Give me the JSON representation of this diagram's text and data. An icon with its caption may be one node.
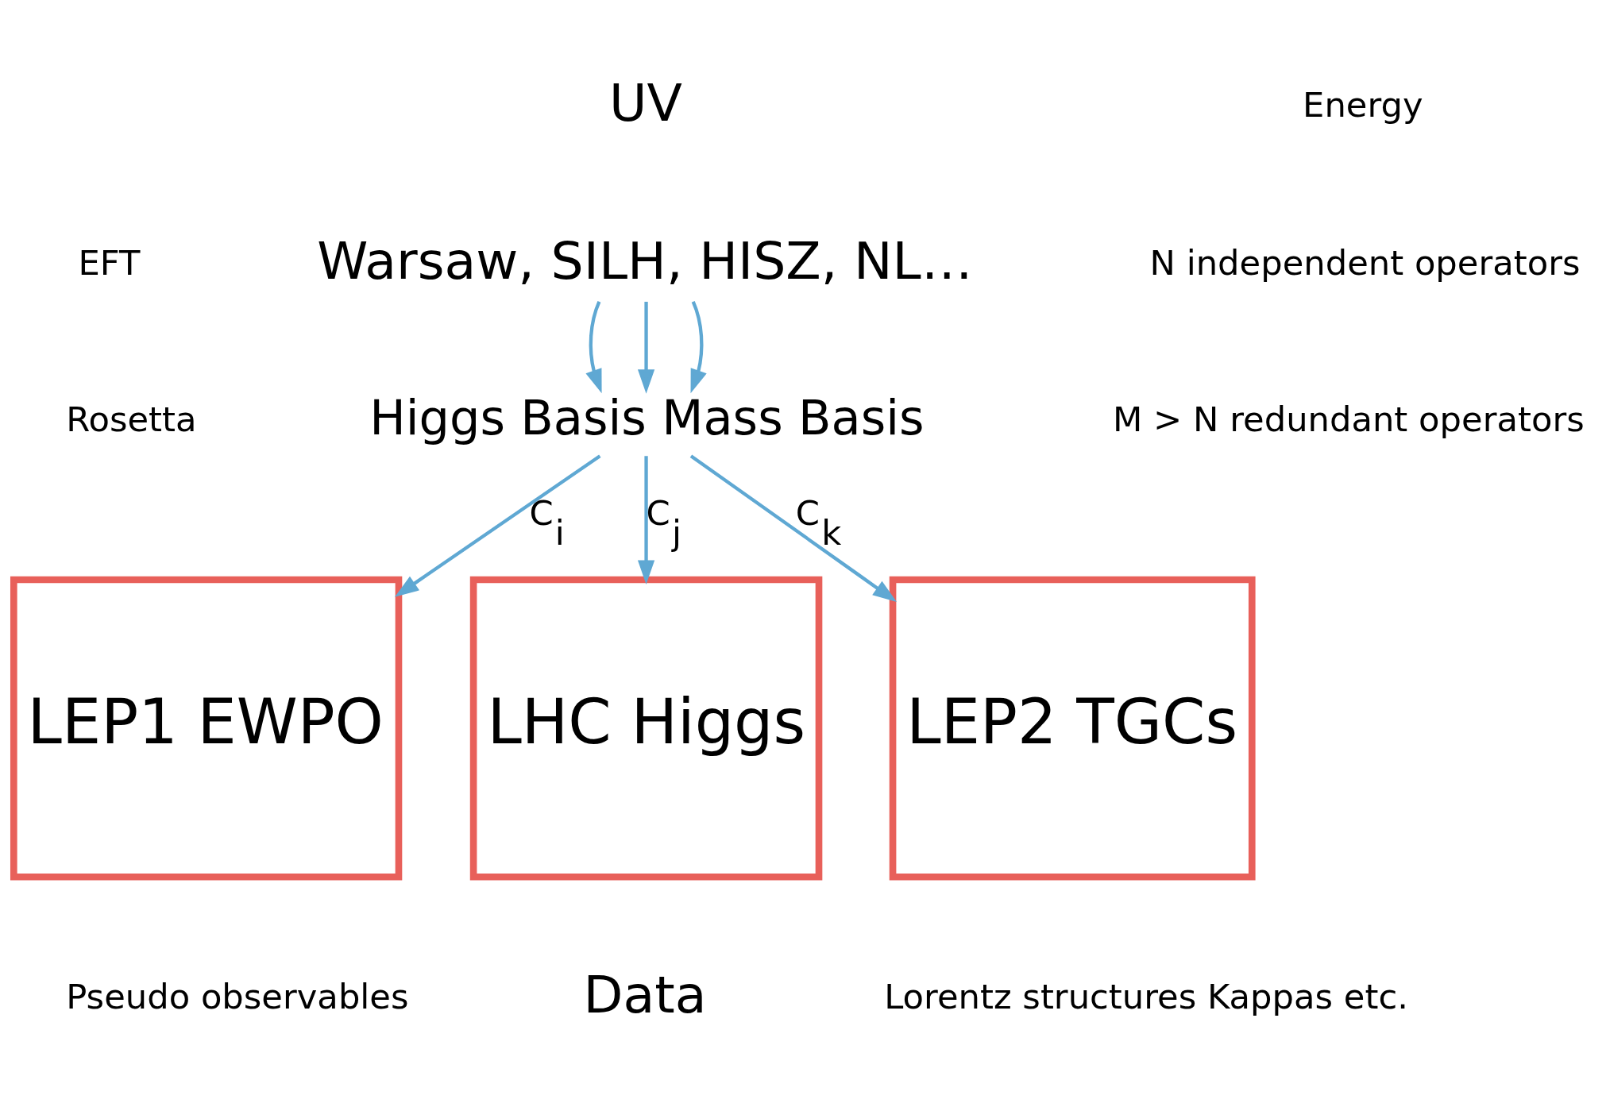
{
  "diagram": {
    "nodes": [
      {
        "text": [
          "Warsaw, SILH, HISZ, NL…"
        ]
      },
      {
        "text": [
          "Higgs Basis Mass Basis"
        ]
      },
      {
        "text": [
          "LEP1 EWPO"
        ]
      },
      {
        "text": [
          "LHC Higgs"
        ]
      },
      {
        "text": [
          "LEP2 TGCs"
        ]
      }
    ],
    "edges": [
      {
        "from": 0,
        "to": 1,
        "arrow": "to"
      },
      {
        "from": 0,
        "to": 1,
        "arrow": "to"
      },
      {
        "from": 0,
        "to": 1,
        "arrow": "to"
      },
      {
        "from": 1,
        "to": 2,
        "arrow": "to",
        "label": "C$_{i}$"
      },
      {
        "from": 1,
        "to": 3,
        "arrow": "to",
        "label": "C$_{j}$"
      },
      {
        "from": 1,
        "to": 4,
        "arrow": "to",
        "label": "C$_{k}$"
      }
    ],
    "labels": [
      "UV",
      "Energy",
      "EFT",
      "N independent operators",
      "Rosetta",
      "M > N redundant operators",
      "Data",
      "Pseudo observables",
      "Lorentz structures Kappas etc."
    ]
  }
}
